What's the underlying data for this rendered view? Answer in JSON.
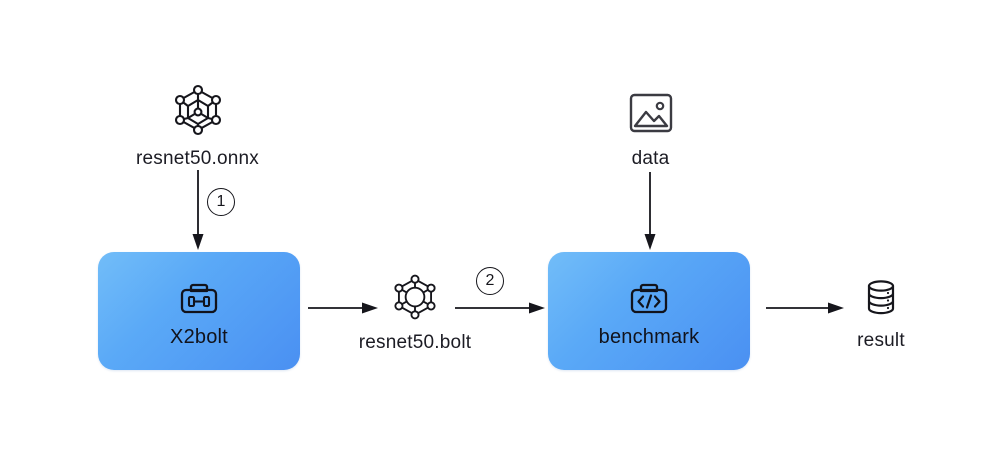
{
  "diagram": {
    "title": "X2bolt conversion and benchmark pipeline",
    "background_color": "#ffffff",
    "box_gradient_from": "#72bdf8",
    "box_gradient_to": "#4a90f2",
    "line_color": "#16161c",
    "text_color": "#1c1c24"
  },
  "nodes": [
    {
      "id": "resnet50-onnx",
      "label": "resnet50.onnx",
      "icon": "graph-cube-icon",
      "kind": "artifact"
    },
    {
      "id": "data",
      "label": "data",
      "icon": "image-icon",
      "kind": "artifact"
    },
    {
      "id": "resnet50-bolt",
      "label": "resnet50.bolt",
      "icon": "graph-circle-icon",
      "kind": "artifact"
    },
    {
      "id": "result",
      "label": "result",
      "icon": "database-icon",
      "kind": "artifact"
    }
  ],
  "processes": [
    {
      "id": "x2bolt",
      "label": "X2bolt",
      "icon": "toolbox-tool-icon"
    },
    {
      "id": "benchmark",
      "label": "benchmark",
      "icon": "toolbox-code-icon"
    }
  ],
  "steps": [
    {
      "id": "step-1",
      "number": "1"
    },
    {
      "id": "step-2",
      "number": "2"
    }
  ],
  "arrows": [
    {
      "id": "arrow-onnx-to-x2bolt",
      "direction": "down"
    },
    {
      "id": "arrow-data-to-benchmark",
      "direction": "down"
    },
    {
      "id": "arrow-x2bolt-to-bolt",
      "direction": "right"
    },
    {
      "id": "arrow-bolt-to-benchmark",
      "direction": "right"
    },
    {
      "id": "arrow-benchmark-to-result",
      "direction": "right"
    }
  ]
}
